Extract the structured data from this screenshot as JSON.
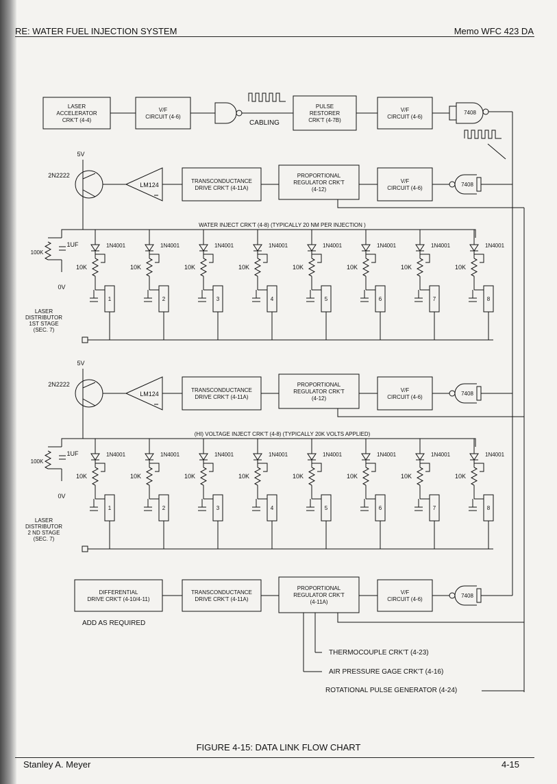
{
  "header": {
    "left": "RE: WATER FUEL INJECTION SYSTEM",
    "right": "Memo WFC 423 DA"
  },
  "footer": {
    "author": "Stanley A. Meyer",
    "page": "4-15"
  },
  "figure_caption": "FIGURE 4-15: DATA LINK FLOW CHART",
  "top_row": {
    "laser": [
      "LASER",
      "ACCELERATOR",
      "CRK'T (4-4)"
    ],
    "vf1": [
      "V/F",
      "CIRCUIT (4-6)"
    ],
    "cabling": "CABLING",
    "pulse": [
      "PULSE",
      "RESTORER",
      "CRK'T (4-7B)"
    ],
    "vf2": [
      "V/F",
      "CIRCUIT (4-6)"
    ],
    "gate": "7408"
  },
  "stage1": {
    "v5": "5V",
    "transistor": "2N2222",
    "amp": "LM124",
    "trans": [
      "TRANSCONDUCTANCE",
      "DRIVE CRK'T (4-11A)"
    ],
    "prop": [
      "PROPORTIONAL",
      "REGULATOR CRK'T",
      "(4-12)"
    ],
    "vf": [
      "V/F",
      "CIRCUIT (4-6)"
    ],
    "gate": "7408",
    "bus": "WATER INJECT CRK'T (4-8) (TYPICALLY 20 NM PER INJECTION )",
    "res100k": "100K",
    "cap": "1UF",
    "ov": "0V",
    "dist": [
      "LASER",
      "DISTRIBUTOR",
      "1ST STAGE",
      "(SEC. 7)"
    ]
  },
  "stage2": {
    "v5": "5V",
    "transistor": "2N2222",
    "amp": "LM124",
    "trans": [
      "TRANSCONDUCTANCE",
      "DRIVE CRK'T (4-11A)"
    ],
    "prop": [
      "PROPORTIONAL",
      "REGULATOR CRK'T",
      "(4-12)"
    ],
    "vf": [
      "V/F",
      "CIRCUIT (4-6)"
    ],
    "gate": "7408",
    "bus": "(HI) VOLTAGE  INJECT CRK'T (4-8) (TYPICALLY 20K VOLTS APPLIED)",
    "res100k": "100K",
    "cap": "1UF",
    "ov": "0V",
    "dist": [
      "LASER",
      "DISTRIBUTOR",
      "2 ND STAGE",
      "(SEC. 7)"
    ]
  },
  "diode_label": "1N4001",
  "res10k_label": "10K",
  "channels": [
    "1",
    "2",
    "3",
    "4",
    "5",
    "6",
    "7",
    "8"
  ],
  "bottom_row": {
    "diff": [
      "DIFFERENTIAL",
      "DRIVE CRK'T (4-10/4-11)"
    ],
    "add": "ADD AS REQUIRED",
    "trans": [
      "TRANSCONDUCTANCE",
      "DRIVE CRK'T (4-11A)"
    ],
    "prop": [
      "PROPORTIONAL",
      "REGULATOR CRK'T",
      "(4-11A)"
    ],
    "vf": [
      "V/F",
      "CIRCUIT (4-6)"
    ],
    "gate": "7408"
  },
  "inputs": [
    "THERMOCOUPLE CRK'T (4-23)",
    "AIR PRESSURE GAGE CRK'T (4-16)",
    "ROTATIONAL PULSE GENERATOR (4-24)"
  ]
}
